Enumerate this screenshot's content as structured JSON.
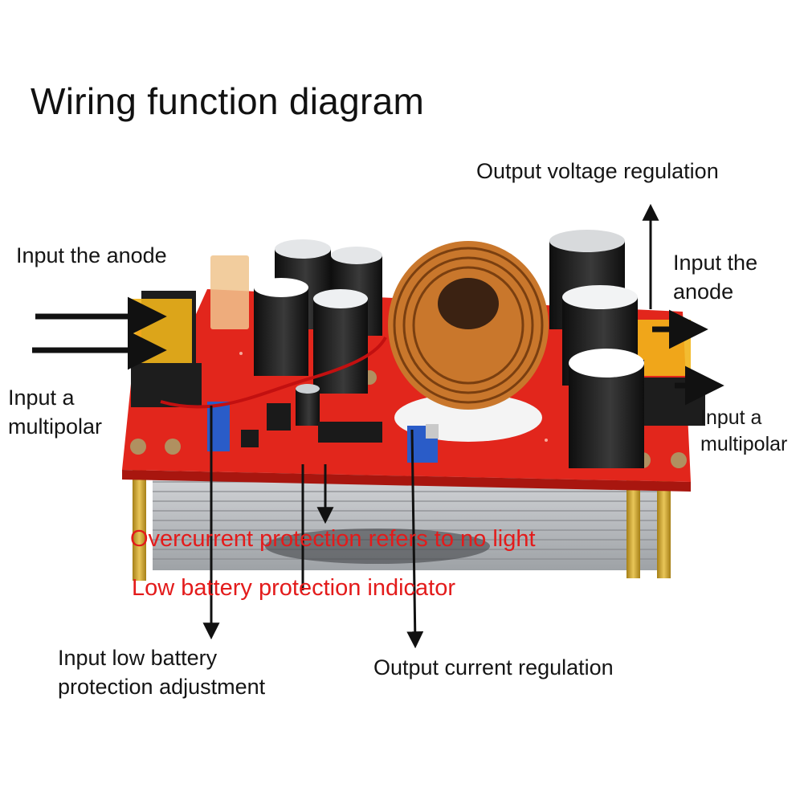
{
  "title": "Wiring function diagram",
  "labels": {
    "input_anode_left": "Input the anode",
    "input_multipolar_left_1": "Input a",
    "input_multipolar_left_2": "multipolar",
    "output_voltage_regulation": "Output voltage regulation",
    "input_anode_right_1": "Input the",
    "input_anode_right_2": "anode",
    "input_multipolar_right_1": "Input a",
    "input_multipolar_right_2": "multipolar",
    "overcurrent_indicator": "Overcurrent protection refers to no light",
    "low_battery_indicator": "Low battery protection indicator",
    "low_battery_adjust_1": "Input low battery",
    "low_battery_adjust_2": "protection adjustment",
    "output_current_regulation": "Output current regulation"
  },
  "colors": {
    "pcb": "#e2261c",
    "heatsink": "#b9bcc0",
    "capacitor": "#1c1c1c",
    "copper_coil": "#c9772c",
    "terminal": "#f2b51b",
    "potentiometer": "#2a5cc8",
    "red_text": "#e31b1b",
    "standoff": "#c9a227"
  },
  "icons": {
    "input_arrow": "arrow-right-icon",
    "output_arrow": "arrow-right-icon",
    "pointer_line": "arrow-line-icon"
  }
}
